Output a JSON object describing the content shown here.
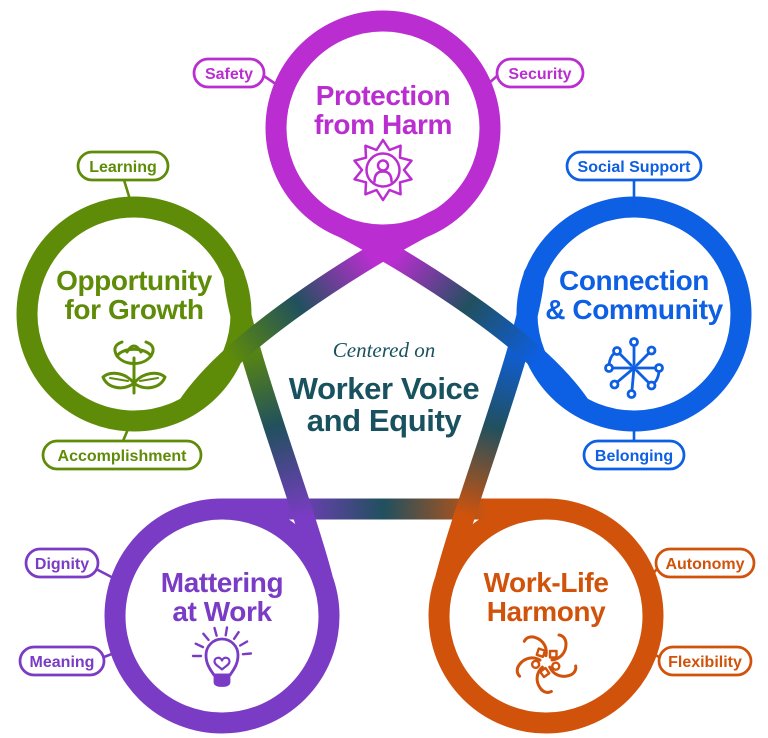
{
  "center": {
    "eyebrow": "Centered on",
    "line1": "Worker Voice",
    "line2": "and Equity",
    "color": "#19525f"
  },
  "ribbon": {
    "mid_color": "#21505e",
    "style": "five interlocking loops with gradient strands crossing at the center"
  },
  "loops": {
    "protection": {
      "line1": "Protection",
      "line2": "from Harm",
      "color": "#ba2ed1",
      "icon": "shield-person-badge",
      "labels": {
        "left": "Safety",
        "right": "Security"
      }
    },
    "growth": {
      "line1": "Opportunity",
      "line2": "for Growth",
      "color": "#5f8c08",
      "icon": "growing-plant",
      "labels": {
        "top": "Learning",
        "bottom": "Accomplishment"
      }
    },
    "connection": {
      "line1": "Connection",
      "line2": "& Community",
      "color": "#0d5fe3",
      "icon": "network-nodes",
      "labels": {
        "top": "Social Support",
        "bottom": "Belonging"
      }
    },
    "mattering": {
      "line1": "Mattering",
      "line2": "at Work",
      "color": "#7a3cc4",
      "icon": "lightbulb-heart",
      "labels": {
        "top": "Dignity",
        "bottom": "Meaning"
      }
    },
    "worklife": {
      "line1": "Work-Life",
      "line2": "Harmony",
      "color": "#d1530b",
      "icon": "spiral-pinwheel",
      "labels": {
        "top": "Autonomy",
        "bottom": "Flexibility"
      }
    }
  }
}
